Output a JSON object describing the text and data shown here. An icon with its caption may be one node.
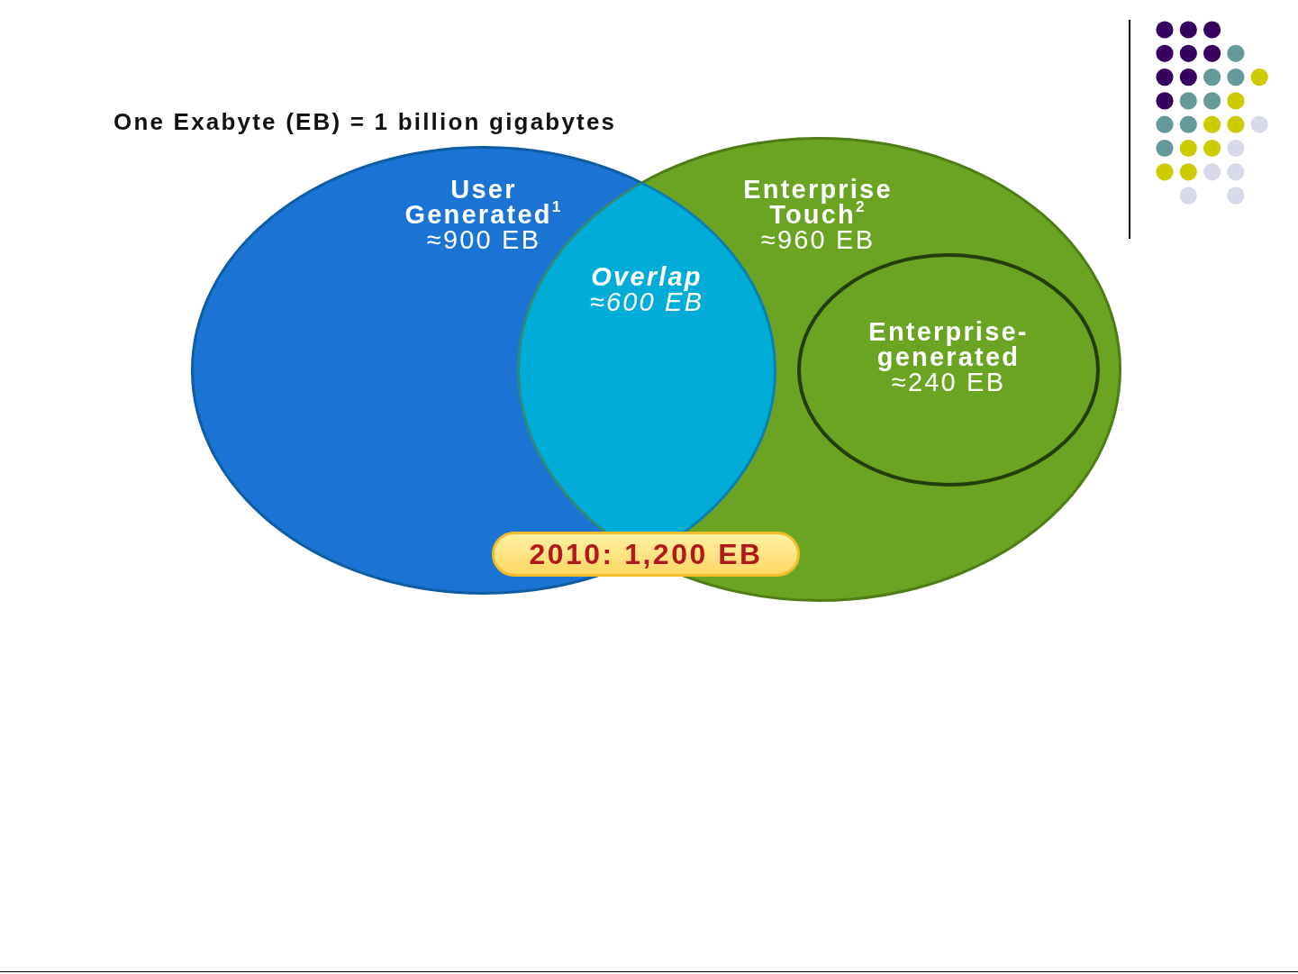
{
  "diagram": {
    "title": "One Exabyte (EB) = 1 billion gigabytes",
    "nodes": [
      {
        "text": [
          "User Generated$^{1}$",
          "≈900 EB"
        ]
      },
      {
        "text": [
          "Enterprise Touch$^{2}$",
          "≈960 EB"
        ]
      },
      {
        "text": [
          "Overlap",
          "≈600 EB"
        ]
      },
      {
        "text": [
          "Enterprise-generated",
          "≈240 EB"
        ],
        "in": 1
      },
      {
        "text": [
          "2010: 1,200 EB"
        ]
      }
    ]
  }
}
